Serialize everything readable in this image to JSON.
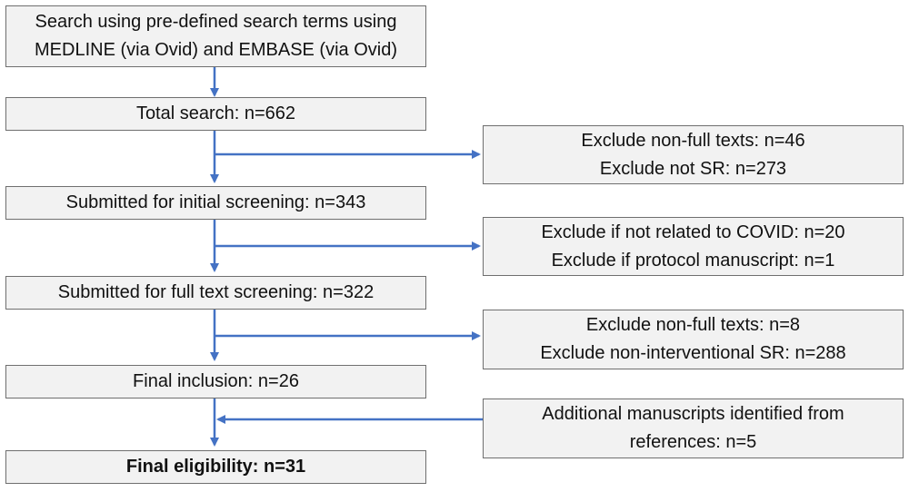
{
  "main_flow": {
    "search": [
      "Search using pre-defined search terms using",
      "MEDLINE (via Ovid) and EMBASE (via Ovid)"
    ],
    "total": "Total search: n=662",
    "initial": "Submitted for initial screening: n=343",
    "fulltext": "Submitted for full text screening: n=322",
    "inclusion": "Final inclusion: n=26",
    "eligibility": "Final eligibility: n=31"
  },
  "side_boxes": {
    "exclusion_1": [
      "Exclude non-full texts: n=46",
      "Exclude not SR: n=273"
    ],
    "exclusion_2": [
      "Exclude if not related to COVID: n=20",
      "Exclude if protocol manuscript: n=1"
    ],
    "exclusion_3": [
      "Exclude non-full texts: n=8",
      "Exclude non-interventional SR: n=288"
    ],
    "additional": [
      "Additional manuscripts identified from",
      "references: n=5"
    ]
  },
  "colors": {
    "arrow": "#4472c4",
    "box_fill": "#f2f2f2",
    "box_border": "#6f6f6f"
  }
}
